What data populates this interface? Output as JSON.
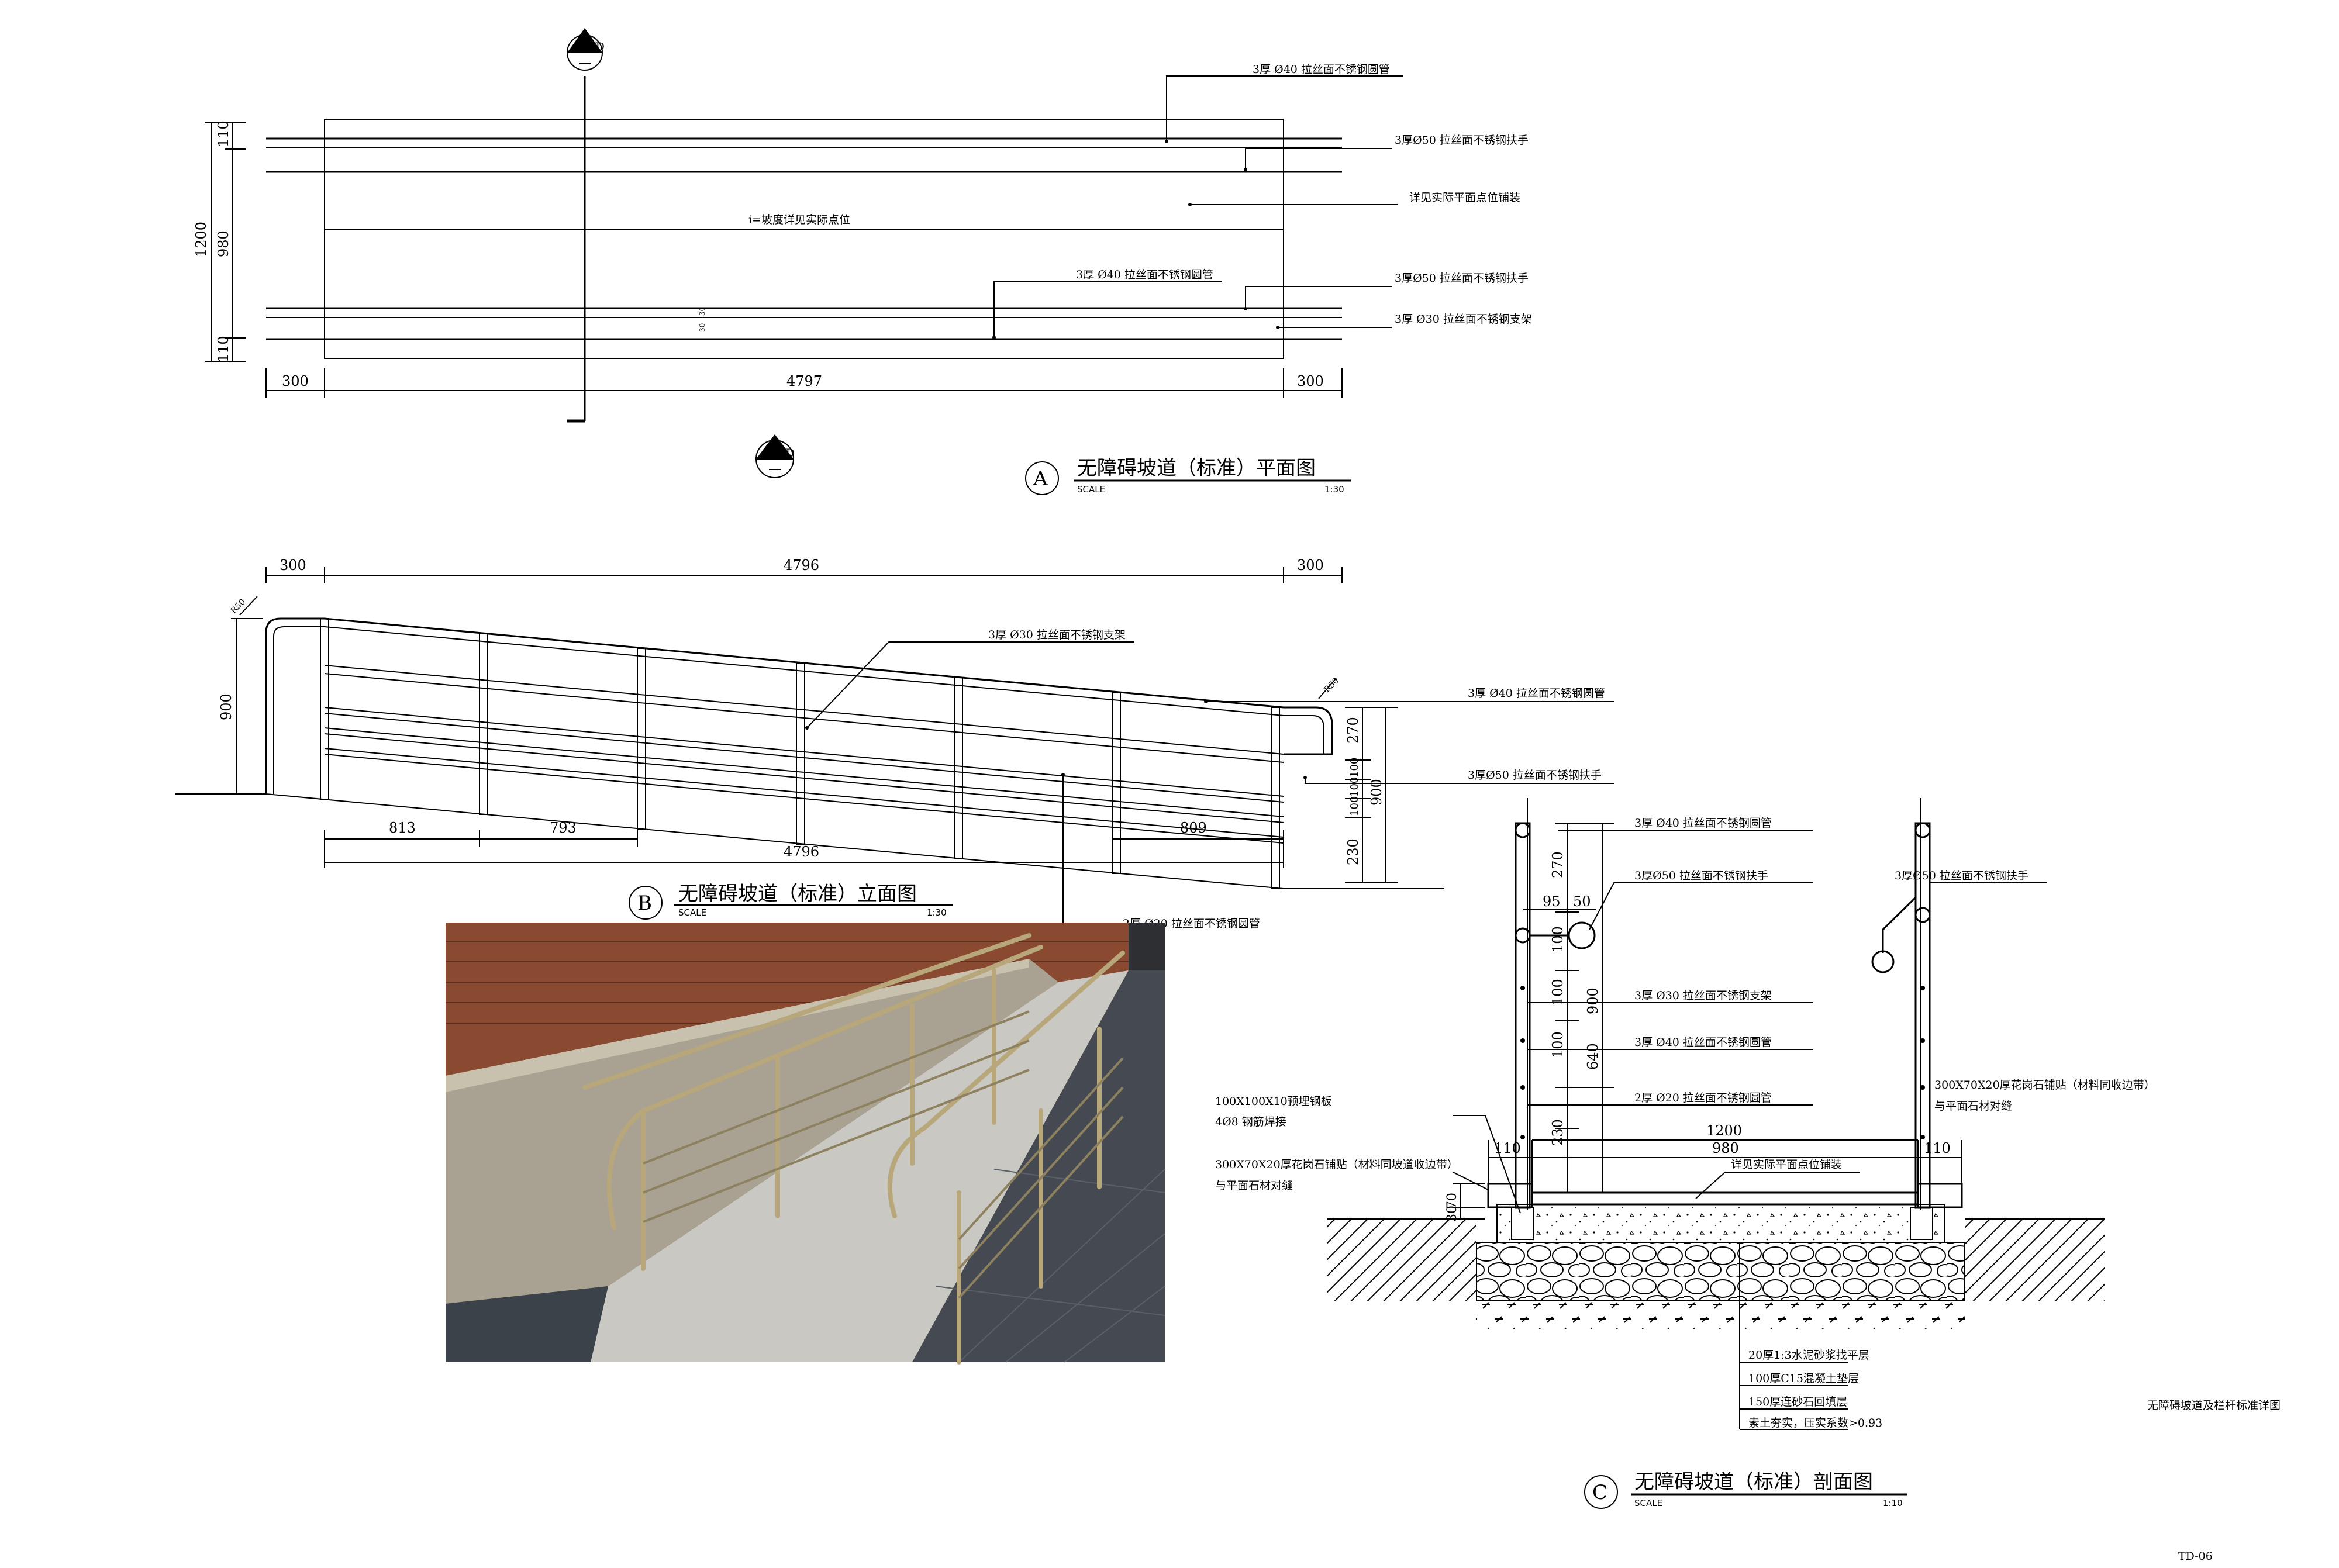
{
  "sheet": {
    "code": "TD-06",
    "drawing_title": "无障碍坡道及栏杆标准详图"
  },
  "plan": {
    "title": "无障碍坡道（标准）平面图",
    "letter": "A",
    "scale_word": "SCALE",
    "scale_value": "1:30",
    "section_c": {
      "letter": "C",
      "sheet": "TD"
    },
    "section_b": {
      "letter": "B",
      "sheet": "TD"
    },
    "dims": {
      "left_total": "1200",
      "left_top": "110",
      "left_mid": "980",
      "left_bottom": "110",
      "bottom_left": "300",
      "bottom_mid": "4797",
      "bottom_right": "300",
      "small_a": "30",
      "small_b": "30"
    },
    "notes": {
      "tube_top": "3厚 Ø40 拉丝面不锈钢圆管",
      "handrail_top": "3厚Ø50 拉丝面不锈钢扶手",
      "paving": "详见实际平面点位铺装",
      "slope": "i=坡度详见实际点位",
      "tube_bottom": "3厚 Ø40 拉丝面不锈钢圆管",
      "handrail_bottom": "3厚Ø50 拉丝面不锈钢扶手",
      "bracket": "3厚 Ø30 拉丝面不锈钢支架"
    }
  },
  "elevation": {
    "title": "无障碍坡道（标准）立面图",
    "letter": "B",
    "scale_word": "SCALE",
    "scale_value": "1:30",
    "dims": {
      "top_left": "300",
      "top_mid": "4796",
      "top_right": "300",
      "height_left": "900",
      "r_left": "R50",
      "r_right": "R50",
      "seg1": "813",
      "seg2": "793",
      "seg_last": "809",
      "bottom_total": "4796",
      "right_total": "900",
      "right_270": "270",
      "right_100a": "100",
      "right_100b": "100",
      "right_100c": "100",
      "right_230": "230"
    },
    "notes": {
      "bracket": "3厚 Ø30 拉丝面不锈钢支架",
      "tube40": "3厚 Ø40 拉丝面不锈钢圆管",
      "handrail": "3厚Ø50 拉丝面不锈钢扶手",
      "tube20": "2厚 Ø20 拉丝面不锈钢圆管"
    }
  },
  "section": {
    "title": "无障碍坡道（标准）剖面图",
    "letter": "C",
    "scale_word": "SCALE",
    "scale_value": "1:10",
    "dims": {
      "d270": "270",
      "d95": "95",
      "d50": "50",
      "d100a": "100",
      "d100b": "100",
      "d100c": "100",
      "d230": "230",
      "d900": "900",
      "d640": "640",
      "d110_left": "110",
      "d110_right": "110",
      "d1200": "1200",
      "d980": "980",
      "d70": "70",
      "d30": "30"
    },
    "notes": {
      "tube40": "3厚 Ø40 拉丝面不锈钢圆管",
      "handrail_left": "3厚Ø50 拉丝面不锈钢扶手",
      "handrail_right": "3厚Ø50 拉丝面不锈钢扶手",
      "bracket": "3厚 Ø30 拉丝面不锈钢支架",
      "tube40b": "3厚 Ø40 拉丝面不锈钢圆管",
      "tube20": "2厚 Ø20 拉丝面不锈钢圆管",
      "plate": "100X100X10预埋钢板",
      "anchor": "4Ø8 钢筋焊接",
      "granite_left_1": "300X70X20厚花岗石铺贴（材料同坡道收边带）",
      "granite_left_2": "与平面石材对缝",
      "granite_right_1": "300X70X20厚花岗石铺贴（材料同收边带）",
      "granite_right_2": "与平面石材对缝",
      "paving": "详见实际平面点位铺装",
      "layer1": "20厚1:3水泥砂浆找平层",
      "layer2": "100厚C15混凝土垫层",
      "layer3": "150厚连砂石回填层",
      "layer4": "素土夯实，压实系数>0.93"
    }
  },
  "photo": {
    "colors": {
      "brick": "#8a4a32",
      "concrete": "#a9a292",
      "ramp": "#c9c8c2",
      "paver": "#454a52",
      "steel": "#b8a77a"
    }
  }
}
